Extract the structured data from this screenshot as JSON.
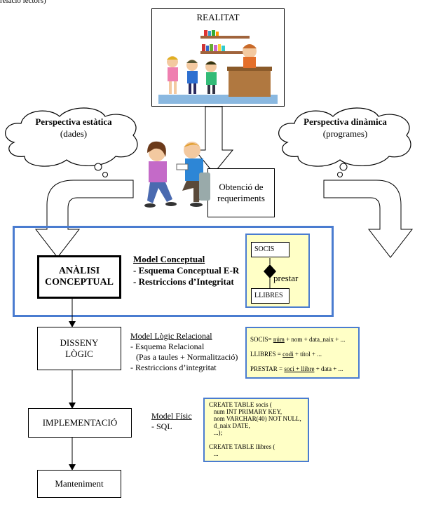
{
  "top_fragment": "relació lectors)",
  "realitat": {
    "title": "REALITAT"
  },
  "static_perspective": {
    "title": "Perspectiva estàtica",
    "subtitle": "(dades)"
  },
  "dynamic_perspective": {
    "title": "Perspectiva dinàmica",
    "subtitle": "(programes)"
  },
  "requirements": {
    "line1": "Obtenció de",
    "line2": "requeriments"
  },
  "conceptual": {
    "box_line1": "ANÀLISI",
    "box_line2": "CONCEPTUAL",
    "model_title": "Model Conceptual",
    "item1": "- Esquema Conceptual E-R",
    "item2": "- Restriccions d’Integritat",
    "er": {
      "entity1": "SOCIS",
      "entity2": "LLIBRES",
      "relation": "prestar"
    }
  },
  "logical": {
    "box_line1": "DISSENY",
    "box_line2": "LÒGIC",
    "model_title": "Model Lògic Relacional",
    "item1": "- Esquema Relacional",
    "item2": "(Pas a taules + Normalització)",
    "item3": "- Restriccions d’integritat",
    "schema": {
      "socis_pre": "SOCIS= ",
      "socis_key": "núm",
      "socis_post": " + nom + data_naix + ...",
      "llibres_pre": "LLIBRES = ",
      "llibres_key": "codi",
      "llibres_post": " + títol + ...",
      "prestar_pre": "PRESTAR = ",
      "prestar_key": "soci + llibre",
      "prestar_post": " + data + ..."
    }
  },
  "physical": {
    "box_label": "IMPLEMENTACIÓ",
    "model_title": "Model Físic",
    "item1": "- SQL",
    "sql": [
      "CREATE TABLE socis (",
      "   num INT PRIMARY KEY,",
      "   nom VARCHAR(40) NOT NULL,",
      "   d_naix DATE,",
      "   ...);",
      "",
      "CREATE TABLE llibres (",
      "   ..."
    ]
  },
  "maintenance": {
    "box_label": "Manteniment"
  }
}
